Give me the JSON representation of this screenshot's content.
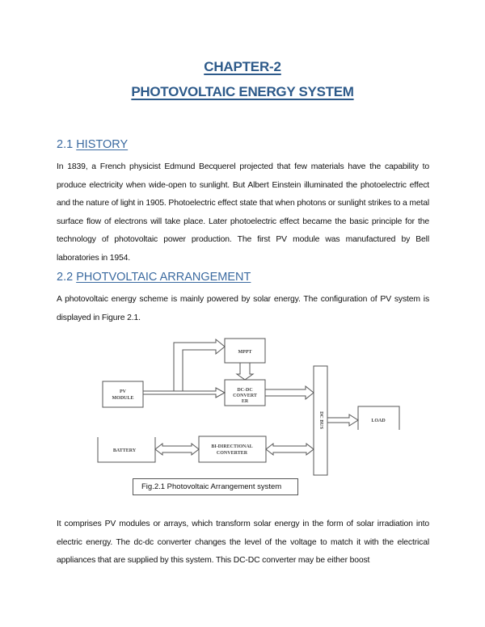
{
  "document": {
    "chapter_label": "CHAPTER-2",
    "chapter_title": "PHOTOVOLTAIC ENERGY SYSTEM",
    "sections": [
      {
        "number": "2.1",
        "title": "HISTORY",
        "paragraph": "In 1839, a French physicist Edmund Becquerel projected that few materials have the capability to produce electricity when wide-open to sunlight. But Albert Einstein illuminated the photoelectric effect and the nature of light in 1905. Photoelectric effect state that when photons or sunlight strikes to a metal surface flow of electrons will take place. Later photoelectric effect became the basic principle for the technology of photovoltaic power production. The first PV module was manufactured by Bell laboratories in 1954."
      },
      {
        "number": "2.2",
        "title": "PHOTVOLTAIC ARRANGEMENT",
        "paragraph": "A photovoltaic energy scheme is mainly powered by solar energy. The configuration of PV system is displayed in Figure 2.1.",
        "paragraph_after_figure": "It comprises PV modules or arrays, which transform solar energy in the form of solar irradiation into electric energy. The dc-dc converter changes the level of the voltage to match it with the electrical appliances that are supplied by this system. This DC-DC converter may be either boost"
      }
    ],
    "figure": {
      "caption": "Fig.2.1 Photovoltaic Arrangement system",
      "blocks": {
        "pv_module": [
          "PV",
          "MODULE"
        ],
        "mppt": [
          "MPPT"
        ],
        "dcdc": [
          "DC-DC",
          "CONVERT",
          "ER"
        ],
        "dc_bus": "DC BUS",
        "load": [
          "LOAD"
        ],
        "battery": [
          "BATTERY"
        ],
        "bidirectional": [
          "BI-DIRECTIONAL",
          "CONVERTER"
        ]
      }
    }
  },
  "colors": {
    "heading_blue": "#2d5a8a",
    "section_blue": "#3b6aa0",
    "body_text": "#111111"
  }
}
